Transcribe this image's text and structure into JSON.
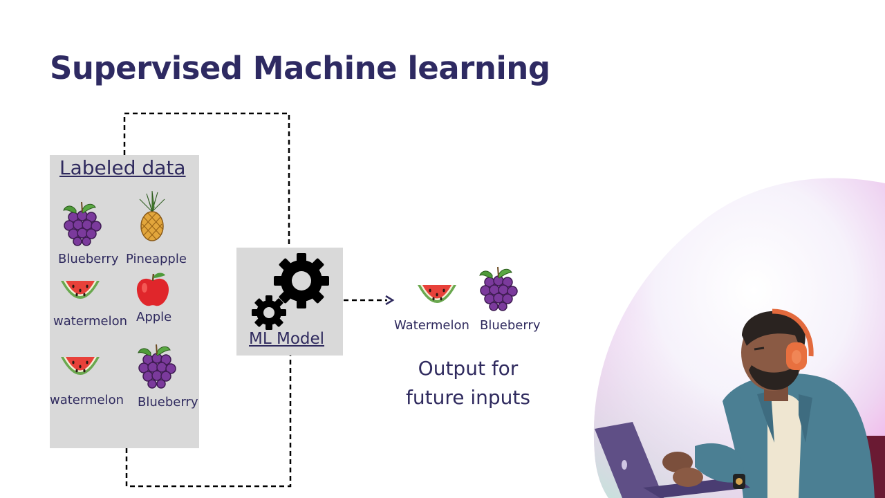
{
  "slide": {
    "title": "Supervised Machine learning"
  },
  "labeled_data": {
    "heading": "Labeled data",
    "items": [
      {
        "label": "Blueberry",
        "icon": "grapes-icon"
      },
      {
        "label": "Pineapple",
        "icon": "pineapple-icon"
      },
      {
        "label": "watermelon",
        "icon": "watermelon-icon"
      },
      {
        "label": "Apple",
        "icon": "apple-icon"
      },
      {
        "label": "watermelon",
        "icon": "watermelon-icon"
      },
      {
        "label": "Blueberry",
        "icon": "grapes-icon"
      }
    ]
  },
  "model": {
    "label": "ML Model",
    "icon": "gears-icon"
  },
  "output": {
    "items": [
      {
        "label": "Watermelon",
        "icon": "watermelon-icon"
      },
      {
        "label": "Blueberry",
        "icon": "grapes-icon"
      }
    ],
    "caption_line1": "Output for",
    "caption_line2": "future inputs"
  },
  "colors": {
    "title": "#2e2a62",
    "text": "#2f2a5e",
    "panel": "#d9d9d9",
    "connector": "#000000"
  }
}
